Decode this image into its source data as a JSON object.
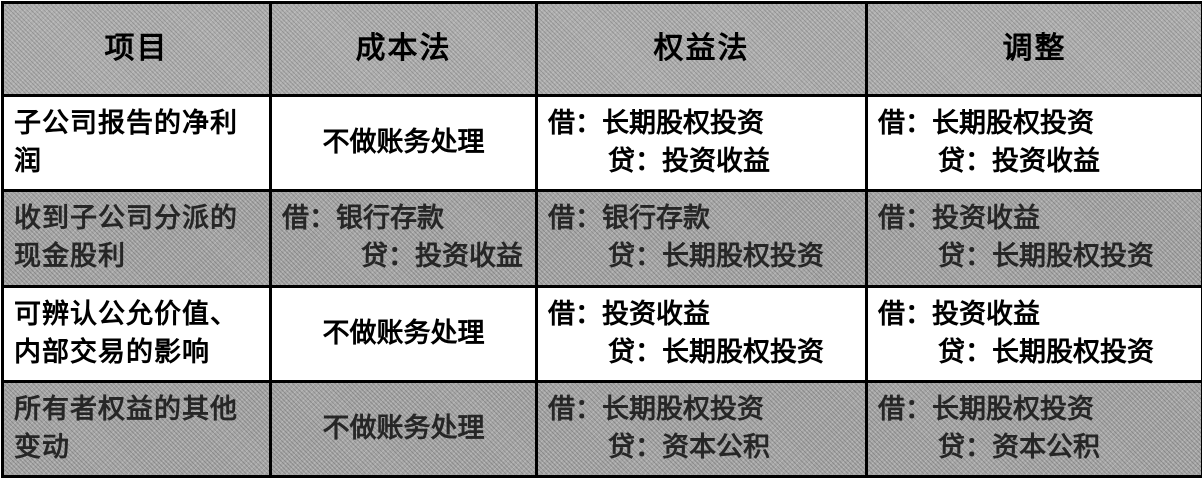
{
  "header": {
    "col1": "项目",
    "col2": "成本法",
    "col3": "权益法",
    "col4": "调整"
  },
  "rows": [
    {
      "item": "子公司报告的净利润",
      "cost": {
        "text": "不做账务处理"
      },
      "equity": {
        "debit": "借：长期股权投资",
        "credit": "贷：投资收益"
      },
      "adjust": {
        "debit": "借：长期股权投资",
        "credit": "贷：投资收益"
      }
    },
    {
      "item": "收到子公司分派的现金股利",
      "cost": {
        "debit": "借：银行存款",
        "credit": "贷：投资收益"
      },
      "equity": {
        "debit": "借：银行存款",
        "credit": "贷：长期股权投资"
      },
      "adjust": {
        "debit": "借：投资收益",
        "credit": "贷：长期股权投资"
      }
    },
    {
      "item": "可辨认公允价值、内部交易的影响",
      "cost": {
        "text": "不做账务处理"
      },
      "equity": {
        "debit": "借：投资收益",
        "credit": "贷：长期股权投资"
      },
      "adjust": {
        "debit": "借：投资收益",
        "credit": "贷：长期股权投资"
      }
    },
    {
      "item": "所有者权益的其他变动",
      "cost": {
        "text": "不做账务处理"
      },
      "equity": {
        "debit": "借：长期股权投资",
        "credit": "贷：资本公积"
      },
      "adjust": {
        "debit": "借：长期股权投资",
        "credit": "贷：资本公积"
      }
    }
  ]
}
